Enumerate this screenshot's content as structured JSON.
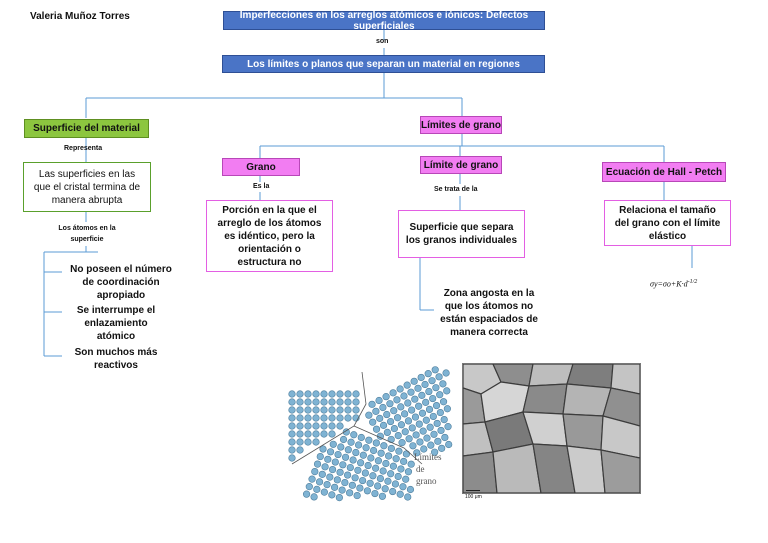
{
  "author": "Valeria Muñoz Torres",
  "title": "Imperfecciones en los arreglos atómicos e iónicos: Defectos superficiales",
  "link_son": "son",
  "definition": "Los límites o planos que separan un material en regiones",
  "branches": {
    "superficie": {
      "header": "Superficie del material",
      "link": "Representa",
      "desc": "Las superficies en las que el cristal termina de manera abrupta",
      "link2": "Los átomos en la superficie",
      "items": [
        "No poseen el número de coordinación apropiado",
        "Se interrumpe el enlazamiento atómico",
        "Son muchos más reactivos"
      ]
    },
    "limites": {
      "header": "Límites de grano",
      "grano": {
        "header": "Grano",
        "link": "Es la",
        "desc": "Porción en la que el arreglo de los átomos es idéntico, pero la orientación o estructura no"
      },
      "limite": {
        "header": "Límite de grano",
        "link": "Se trata de la",
        "desc": "Superficie que separa los granos individuales",
        "sub": "Zona angosta en la que los átomos no están espaciados de manera correcta"
      },
      "hall": {
        "header": "Ecuación de Hall - Petch",
        "desc": "Relaciona el tamaño del grano con el límite elástico",
        "formula": "σy=σo+K·d",
        "exponent": "-1/2"
      }
    }
  },
  "figure": {
    "label": "Límites de grano",
    "scale": "100 μm"
  },
  "colors": {
    "blue": "#4a74c6",
    "green": "#8cc63f",
    "pink": "#f27df2",
    "line": "#5b9bd5",
    "atom": "#7fb3d3"
  }
}
